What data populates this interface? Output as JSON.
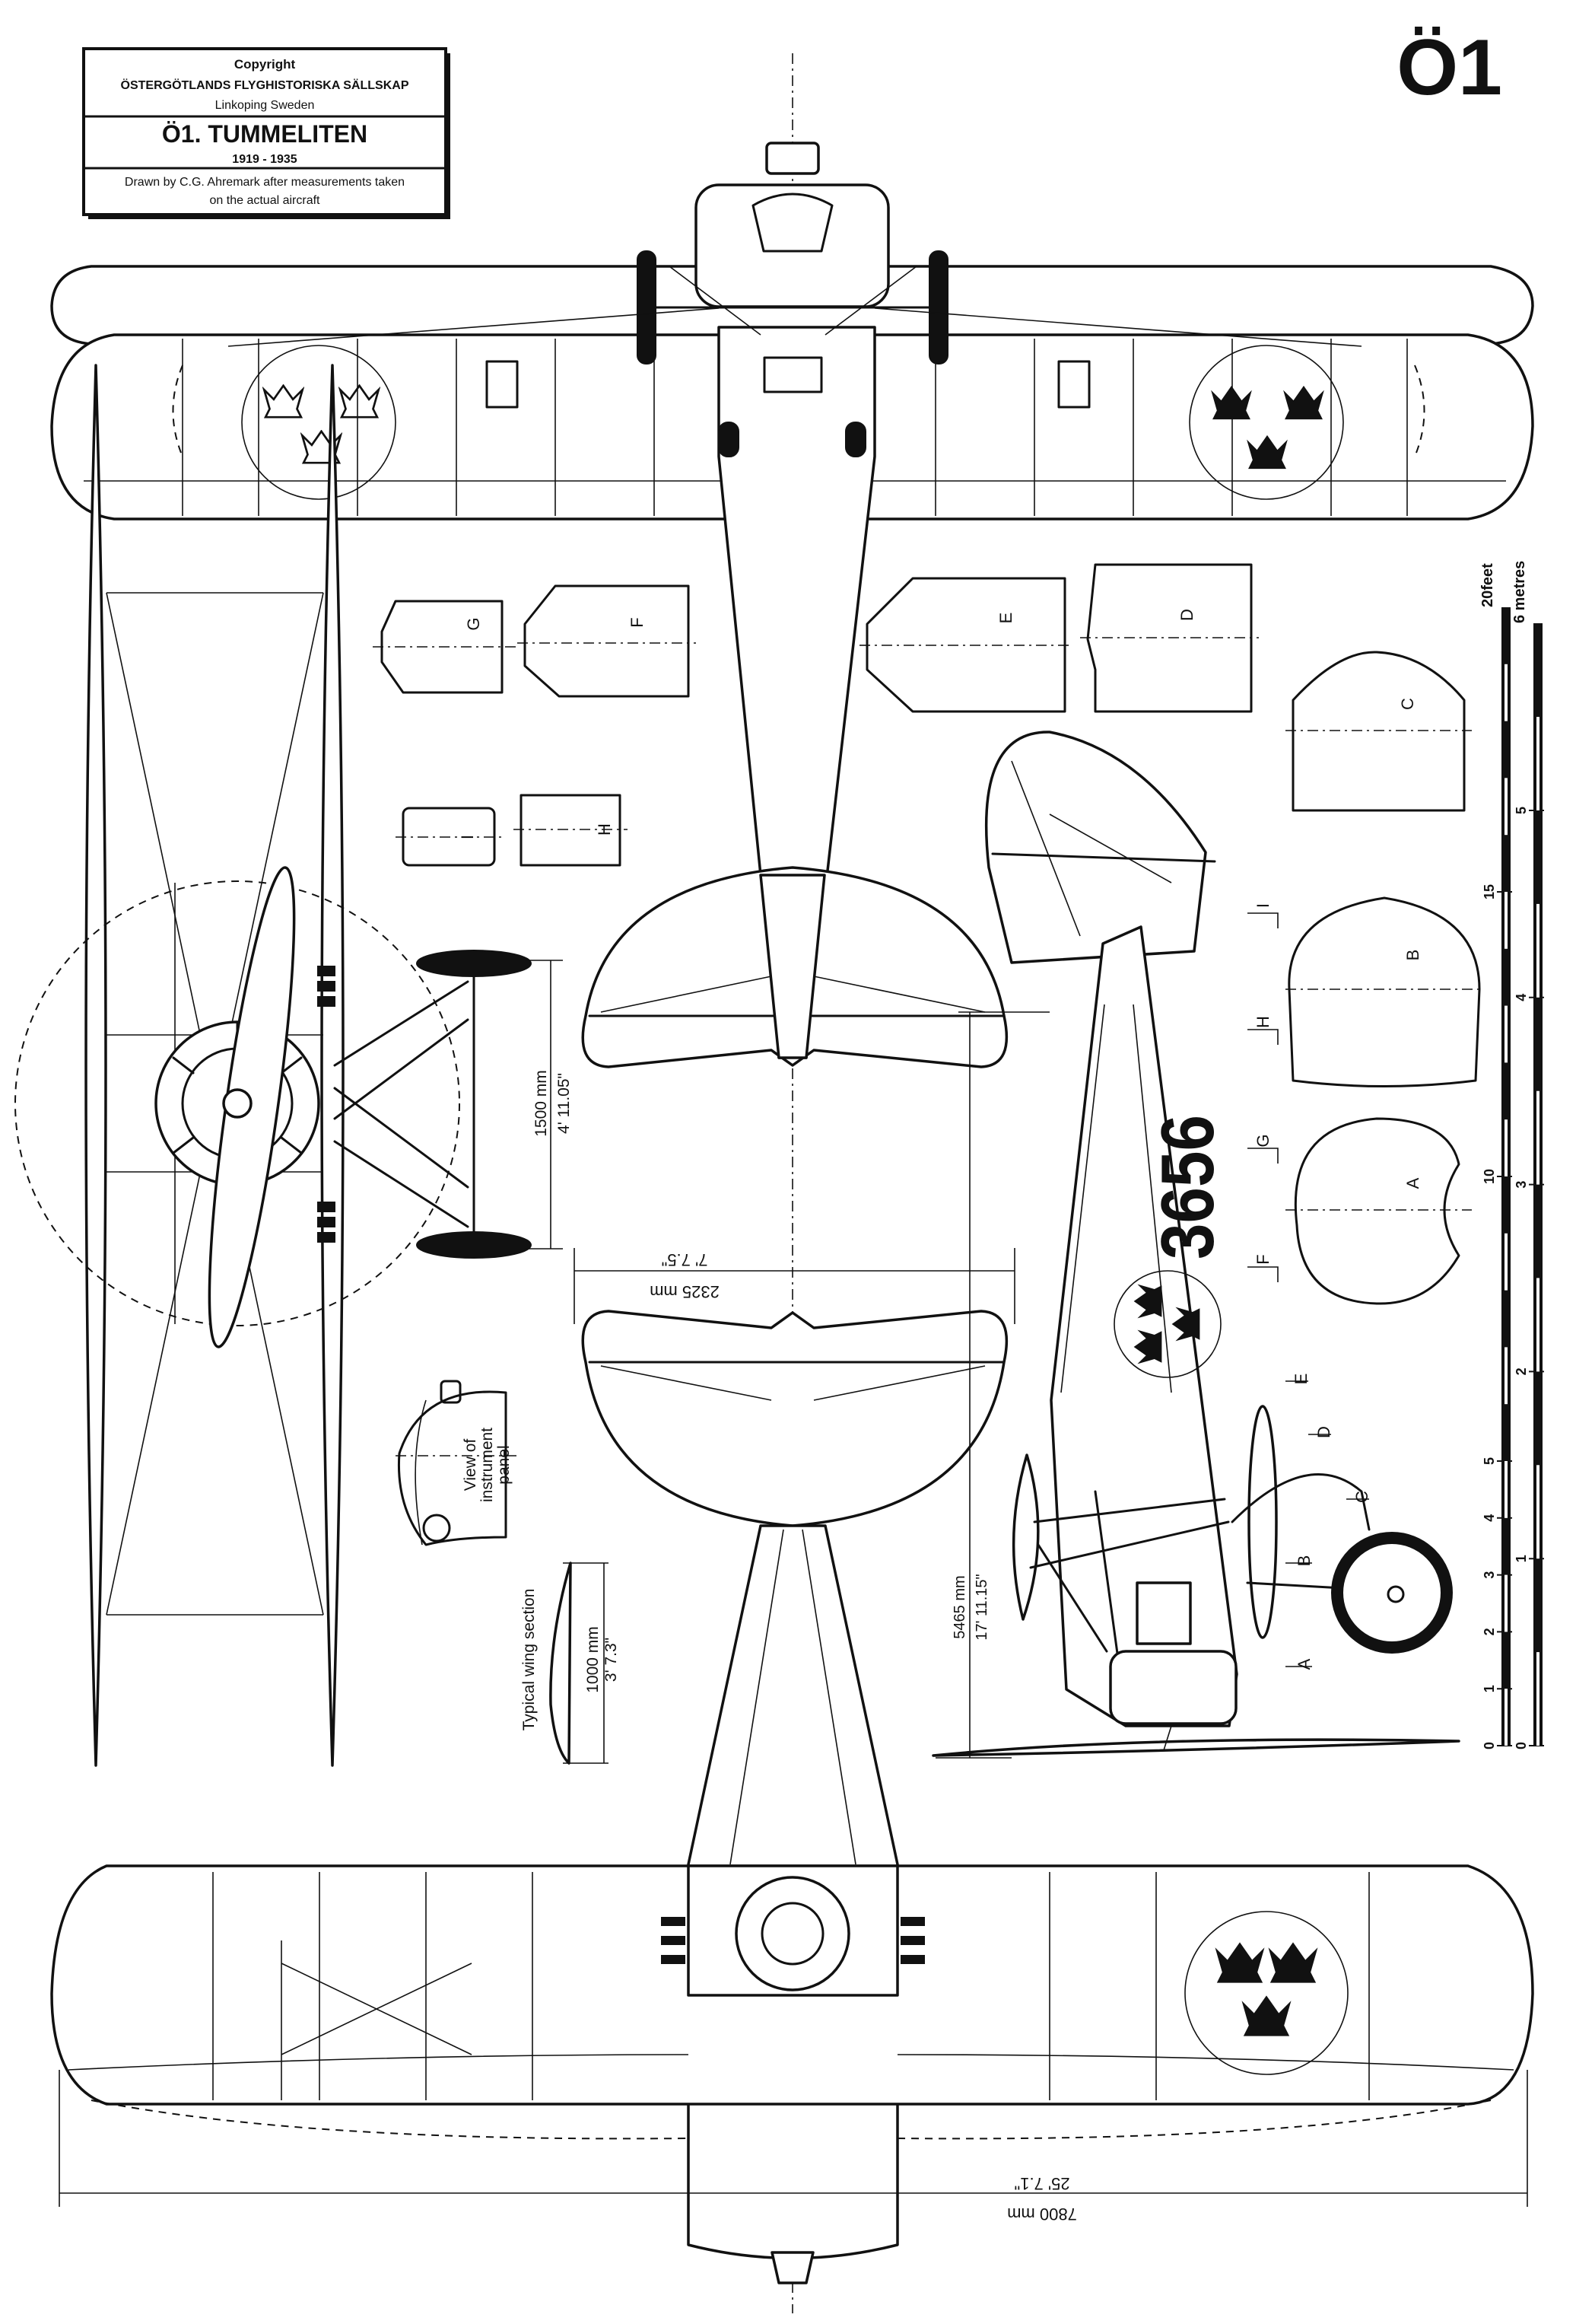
{
  "title_block": {
    "copyright": "Copyright",
    "society": "ÖSTERGÖTLANDS FLYGHISTORISKA SÄLLSKAP",
    "location": "Linkoping  Sweden",
    "aircraft": "Ö1.  TUMMELITEN",
    "years": "1919 - 1935",
    "credit_line1": "Drawn by C.G. Ahremark after measurements taken",
    "credit_line2": "on  the actual aircraft"
  },
  "designation": "Ö1",
  "registration": "3656",
  "dimensions": {
    "track_mm": "1500 mm",
    "track_in": "4' 11.05\"",
    "tailspan_mm": "2325 mm",
    "tailspan_in": "7' 7.5\"",
    "length_mm": "5465 mm",
    "length_in": "17' 11.15\"",
    "chord_mm": "1000 mm",
    "chord_in": "3' 7.3\"",
    "span_mm": "7800 mm",
    "span_in": "25' 7.1\""
  },
  "captions": {
    "instrument_panel_1": "View of",
    "instrument_panel_2": "instrument",
    "instrument_panel_3": "panel",
    "wing_section": "Typical wing section"
  },
  "sections": {
    "A": "A",
    "B": "B",
    "C": "C",
    "D": "D",
    "E": "E",
    "F": "F",
    "G": "G",
    "H": "H",
    "I": "I"
  },
  "scale": {
    "feet_label": "20feet",
    "metres_label": "6 metres",
    "feet_ticks": [
      {
        "label": "0",
        "value": 0
      },
      {
        "label": "1",
        "value": 1
      },
      {
        "label": "2",
        "value": 2
      },
      {
        "label": "3",
        "value": 3
      },
      {
        "label": "4",
        "value": 4
      },
      {
        "label": "5",
        "value": 5
      },
      {
        "label": "10",
        "value": 10
      },
      {
        "label": "15",
        "value": 15
      }
    ],
    "metre_ticks": [
      {
        "label": "0",
        "value": 0
      },
      {
        "label": "1",
        "value": 1
      },
      {
        "label": "2",
        "value": 2
      },
      {
        "label": "3",
        "value": 3
      },
      {
        "label": "4",
        "value": 4
      },
      {
        "label": "5",
        "value": 5
      }
    ]
  }
}
